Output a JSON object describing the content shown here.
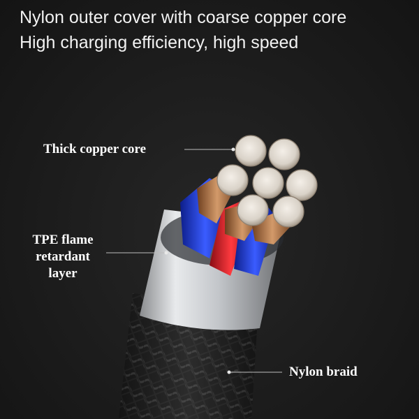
{
  "headline": {
    "line1": "Nylon outer cover with coarse copper core",
    "line2": "High charging efficiency, high speed"
  },
  "callouts": {
    "core": "Thick copper core",
    "tpe_line1": "TPE flame",
    "tpe_line2": "retardant",
    "tpe_line3": "layer",
    "braid": "Nylon braid"
  },
  "colors": {
    "background": "#1c1c1c",
    "copper": "#b87a4b",
    "blue_insulation": "#1e3fd8",
    "red_insulation": "#e0202a",
    "tpe_shell": "#cfd2d6",
    "braid": "#2a2a2a"
  }
}
